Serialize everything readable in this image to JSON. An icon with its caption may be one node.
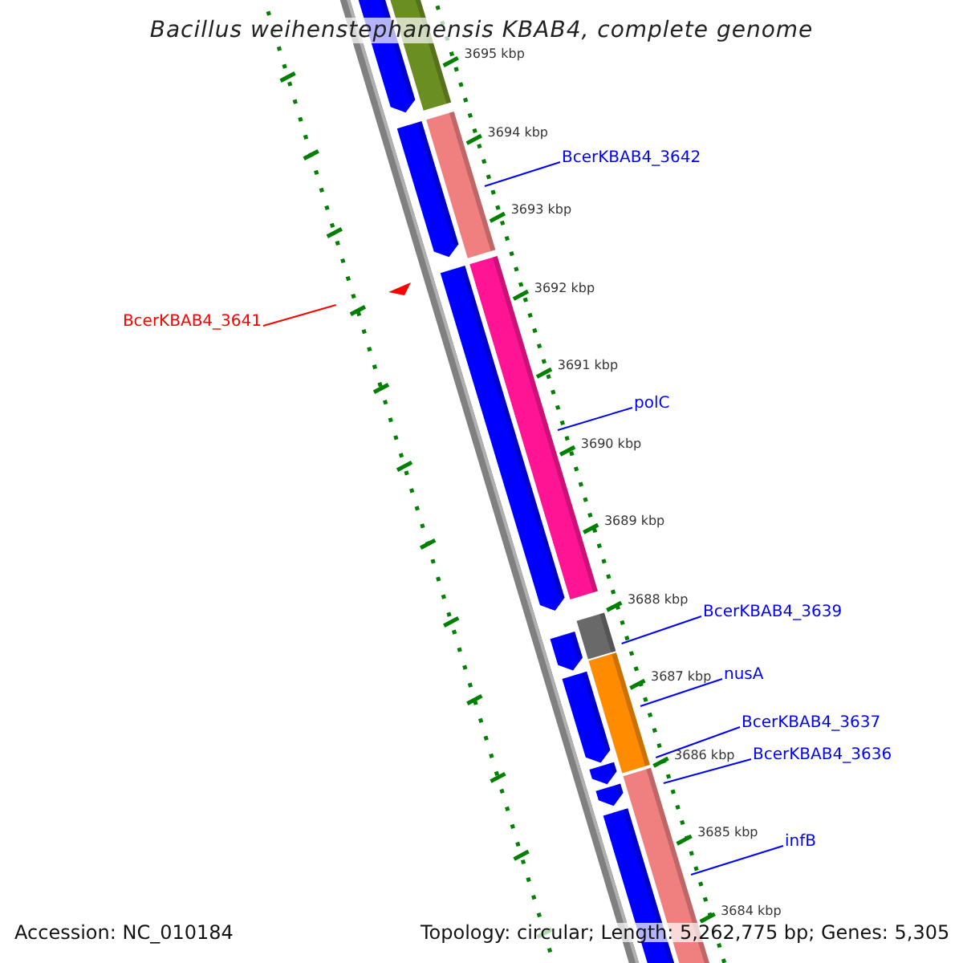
{
  "diagram": {
    "title": "Bacillus weihenstephanensis KBAB4, complete genome",
    "nodes": [
      {
        "text": [
          "BcerKBAB4_3642"
        ]
      },
      {
        "text": [
          "BcerKBAB4_3641"
        ]
      },
      {
        "text": [
          "polC"
        ]
      },
      {
        "text": [
          "BcerKBAB4_3639"
        ]
      },
      {
        "text": [
          "nusA"
        ]
      },
      {
        "text": [
          "BcerKBAB4_3637"
        ]
      },
      {
        "text": [
          "BcerKBAB4_3636"
        ]
      },
      {
        "text": [
          "infB"
        ]
      }
    ],
    "edges": [
      {
        "from": 0,
        "to": null,
        "arrow": "none"
      },
      {
        "from": 1,
        "to": null,
        "arrow": "none",
        "color": "#ff0000"
      },
      {
        "from": 2,
        "to": null,
        "arrow": "none"
      },
      {
        "from": 3,
        "to": null,
        "arrow": "none"
      },
      {
        "from": 4,
        "to": null,
        "arrow": "none"
      },
      {
        "from": 5,
        "to": null,
        "arrow": "none"
      },
      {
        "from": 6,
        "to": null,
        "arrow": "none"
      },
      {
        "from": 7,
        "to": null,
        "arrow": "none"
      }
    ],
    "labels": [
      "3695 kbp",
      "3694 kbp",
      "3693 kbp",
      "3692 kbp",
      "3691 kbp",
      "3690 kbp",
      "3689 kbp",
      "3688 kbp",
      "3687 kbp",
      "3686 kbp",
      "3685 kbp",
      "3684 kbp",
      "Accession: NC_010184",
      "Topology: circular; Length: 5,262,775 bp; Genes: 5,305"
    ]
  }
}
